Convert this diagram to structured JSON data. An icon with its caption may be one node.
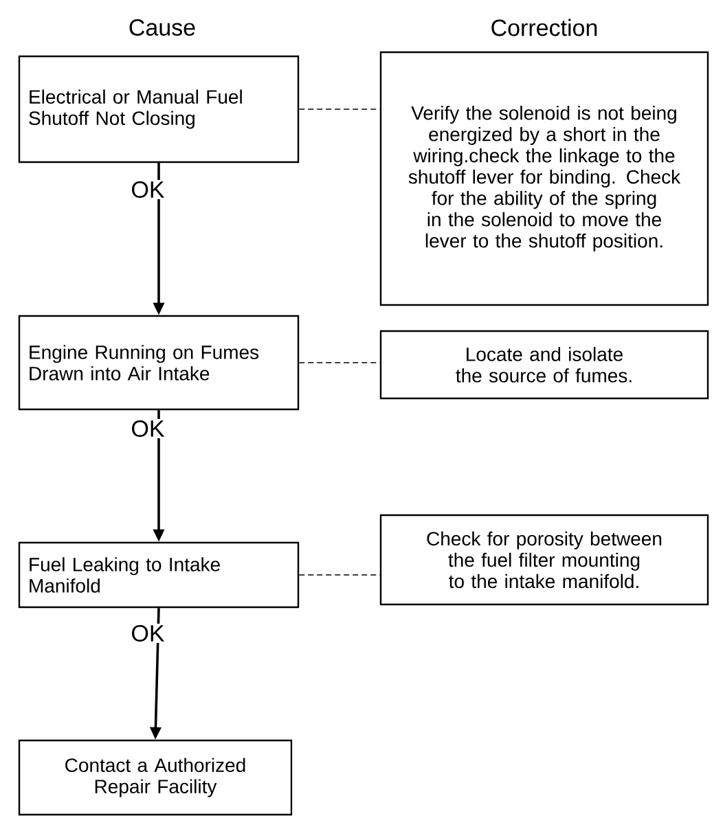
{
  "diagram": {
    "nodes": [
      {
        "text": [
          "Electrical or Manual Fuel Shutoff Not Closing"
        ]
      },
      {
        "text": [
          "Verify the solenoid is not being energized by a short in the wiring.check the linkage to the shutoff lever for binding. Check for the ability of the spring in the solenoid to move the lever to the shutoff position."
        ]
      },
      {
        "text": [
          "Engine Running on Fumes Drawn into Air Intake"
        ]
      },
      {
        "text": [
          "Locate and isolate the source of fumes."
        ]
      },
      {
        "text": [
          "Fuel Leaking to Intake Manifold"
        ]
      },
      {
        "text": [
          "Check for porosity between the fuel filter mounting to the intake manifold."
        ]
      },
      {
        "text": [
          "Contact a Authorized Repair Facility"
        ]
      }
    ],
    "edges": [
      {
        "from": 0,
        "to": 1,
        "arrow": "none",
        "style": "dashed"
      },
      {
        "from": 0,
        "to": 2,
        "arrow": "to",
        "label": "OK"
      },
      {
        "from": 2,
        "to": 3,
        "arrow": "none",
        "style": "dashed"
      },
      {
        "from": 2,
        "to": 4,
        "arrow": "to",
        "label": "OK"
      },
      {
        "from": 4,
        "to": 5,
        "arrow": "none",
        "style": "dashed"
      },
      {
        "from": 4,
        "to": 6,
        "arrow": "to",
        "label": "OK"
      }
    ],
    "labels": [
      "Cause",
      "Correction"
    ]
  }
}
